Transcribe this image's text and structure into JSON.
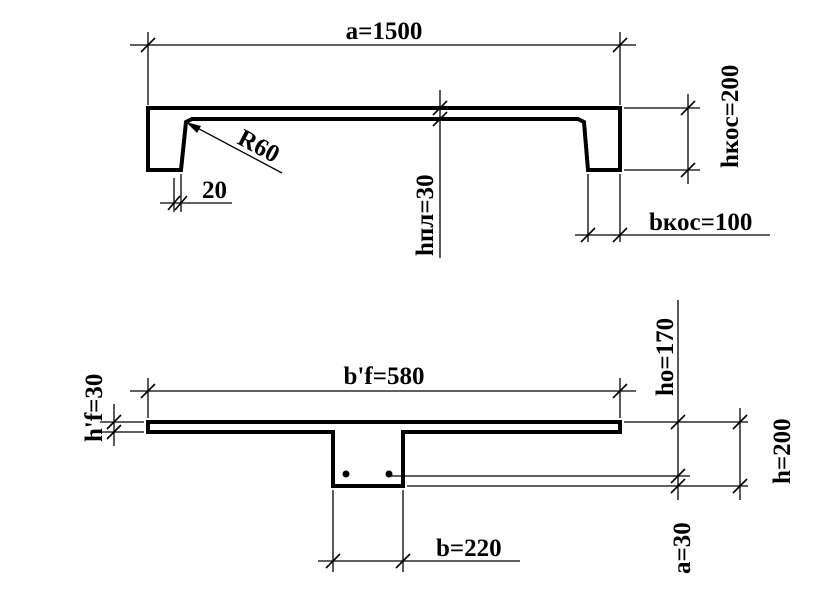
{
  "top_section": {
    "width_label": "a=1500",
    "radius_label": "R60",
    "offset_label": "20",
    "slab_thickness_label": "hпл=30",
    "rib_height_label": "hкос=200",
    "rib_width_label": "bкос=100"
  },
  "bottom_section": {
    "flange_width_label": "b'f=580",
    "flange_thickness_label": "h'f=30",
    "effective_depth_label": "ho=170",
    "total_height_label": "h=200",
    "cover_label": "a=30",
    "web_width_label": "b=220"
  },
  "colors": {
    "line": "#000000",
    "background": "#ffffff"
  }
}
